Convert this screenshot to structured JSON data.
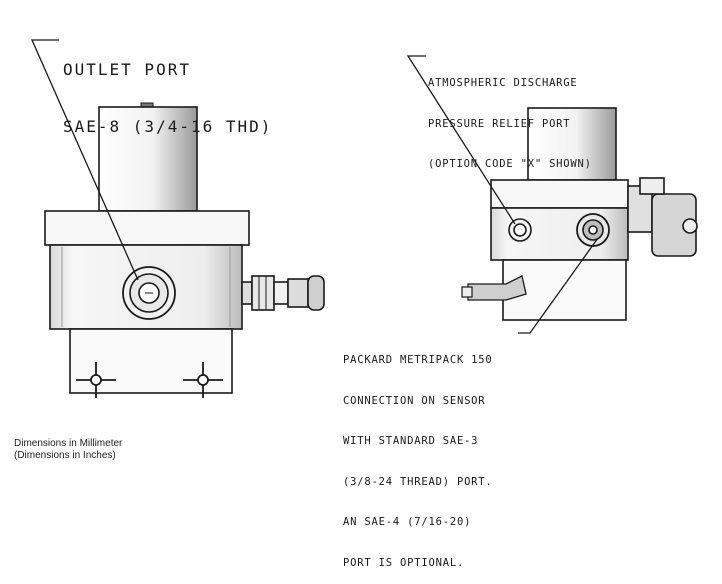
{
  "outlet_label": [
    "OUTLET PORT",
    "SAE-8 (3/4-16 THD)"
  ],
  "relief_label": [
    "ATMOSPHERIC DISCHARGE",
    "PRESSURE RELIEF PORT",
    "(OPTION CODE \"X\" SHOWN)"
  ],
  "connector_label": [
    "PACKARD METRIPACK 150",
    "CONNECTION ON SENSOR",
    "WITH STANDARD SAE-3",
    "(3/8-24 THREAD) PORT.",
    "AN SAE-4 (7/16-20)",
    "PORT IS OPTIONAL."
  ],
  "caption": [
    "Dimensions in Millimeter",
    "(Dimensions in Inches)"
  ]
}
